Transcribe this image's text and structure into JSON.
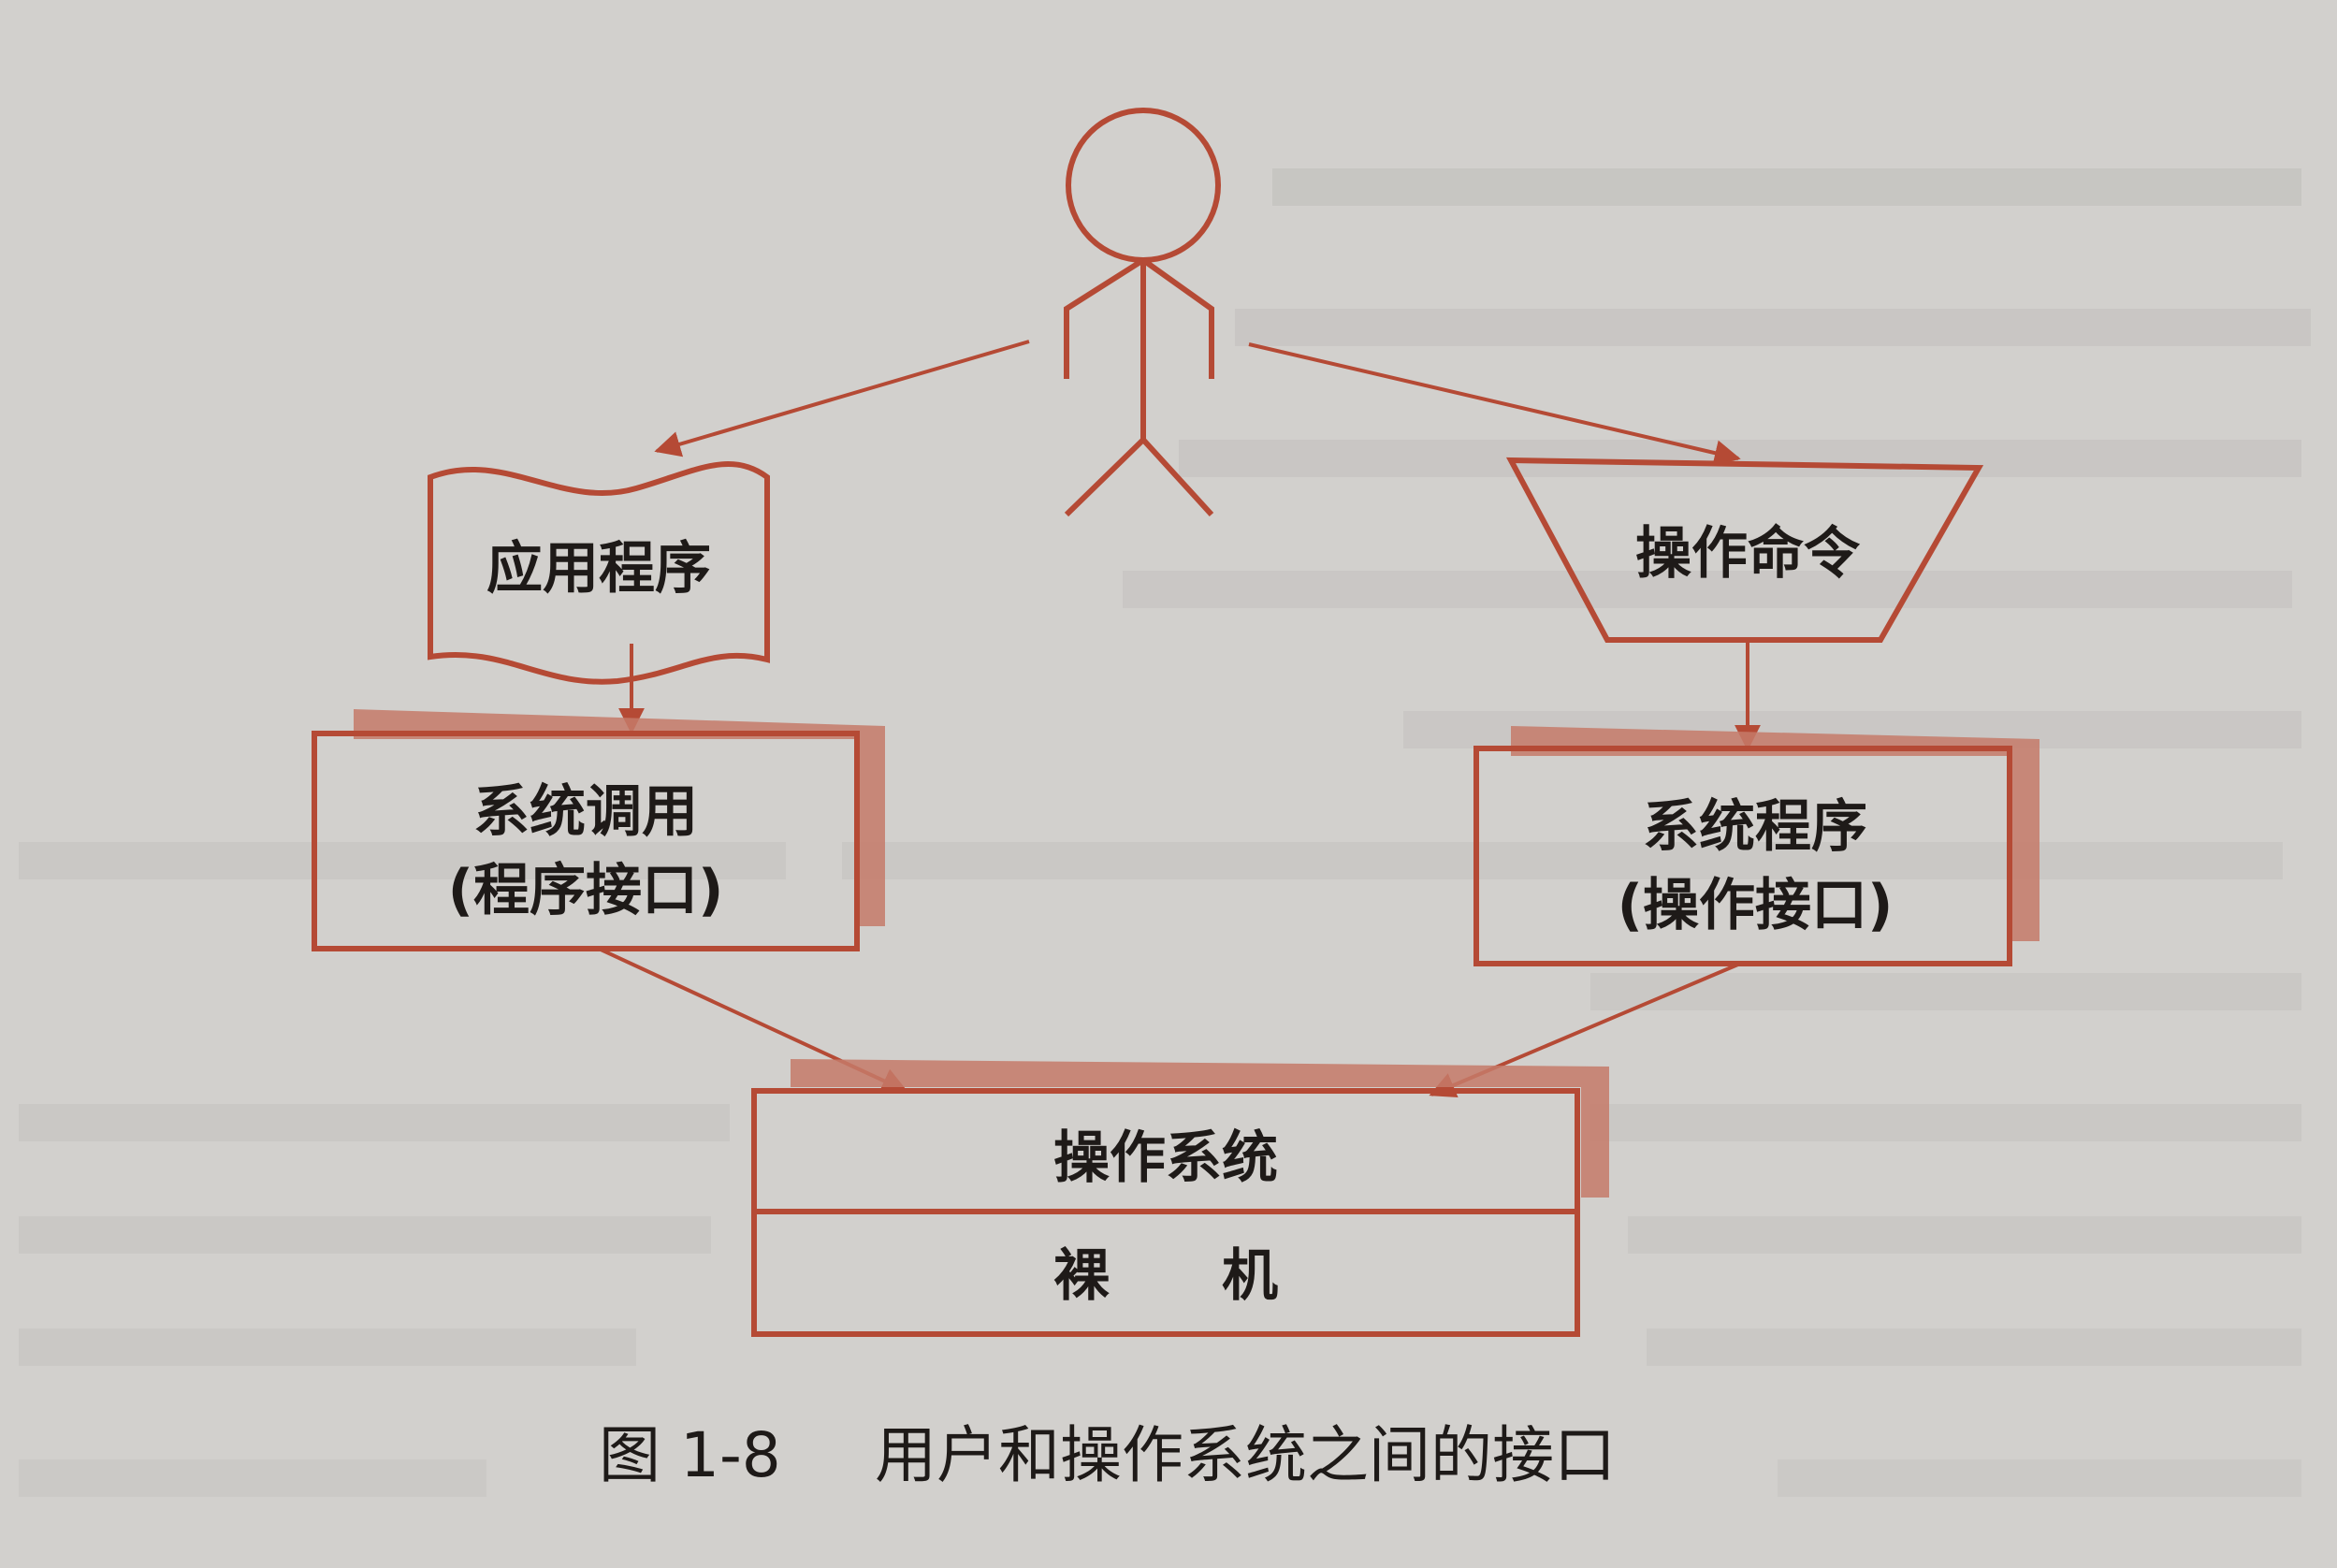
{
  "diagram": {
    "nodes": {
      "app_program": "应用程序",
      "operation_command": "操作命令",
      "system_call": [
        "系统调用",
        "(程序接口)"
      ],
      "system_program": [
        "系统程序",
        "(操作接口)"
      ],
      "operating_system": "操作系统",
      "bare_machine": "裸　　机"
    },
    "caption": {
      "number": "图 1-8",
      "title": "用户和操作系统之间的接口"
    },
    "colors": {
      "line": "#b54a35",
      "shadow": "#c67a68",
      "paper": "#d2d0cd",
      "text": "#1e1a18"
    }
  }
}
